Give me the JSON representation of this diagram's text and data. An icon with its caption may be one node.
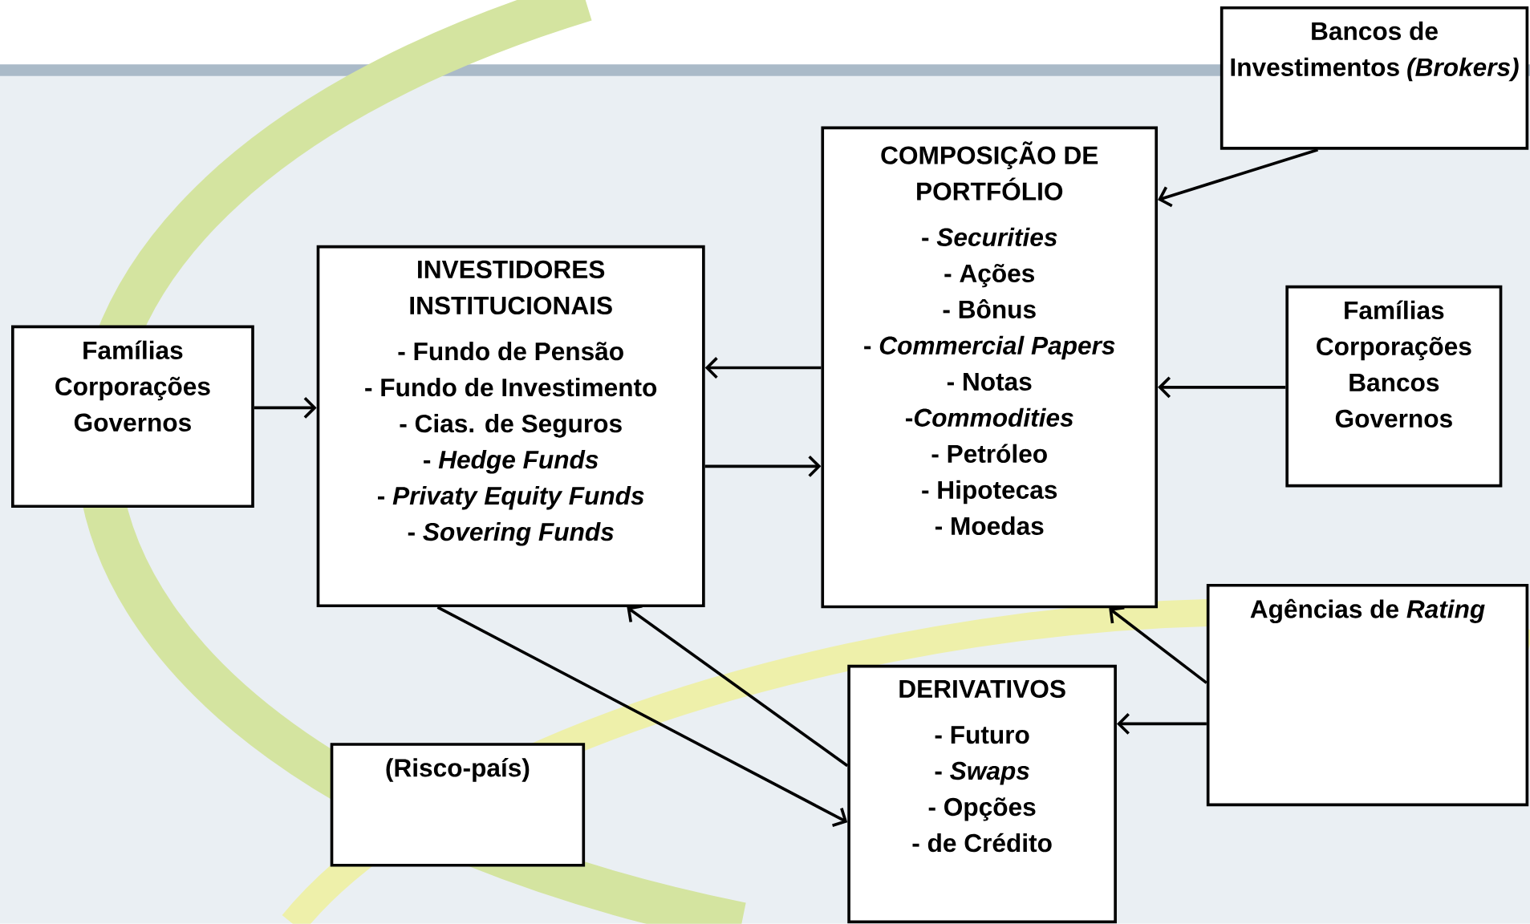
{
  "diagram": {
    "nodes": [
      {
        "text": [
          "Bancos de Investimentos *(Brokers)*"
        ]
      },
      {
        "text": [
          "COMPOSIÇÃO DE PORTFÓLIO",
          "- *Securities*",
          "- Ações",
          "- Bônus",
          "- *Commercial Papers*",
          "- Notas",
          "-*Commodities*",
          "- Petróleo",
          "- Hipotecas",
          "- Moedas"
        ]
      },
      {
        "text": [
          "Famílias Corporações Governos"
        ]
      },
      {
        "text": [
          "INVESTIDORES INSTITUCIONAIS",
          "- Fundo de Pensão",
          "- Fundo de Investimento",
          "- Cias. de Seguros",
          "- *Hedge Funds*",
          "- *Privaty Equity Funds*",
          "- *Sovering Funds*"
        ]
      },
      {
        "text": [
          "Famílias Corporações Bancos Governos"
        ]
      },
      {
        "text": [
          "Agências de *Rating*"
        ]
      },
      {
        "text": [
          "DERIVATIVOS",
          "- Futuro",
          "- *Swaps*",
          "- Opções",
          "- de Crédito"
        ]
      },
      {
        "text": [
          "(Risco-país)"
        ]
      }
    ],
    "edges": [
      {
        "from": 2,
        "to": 3,
        "arrow": "to"
      },
      {
        "from": 1,
        "to": 3,
        "arrow": "to"
      },
      {
        "from": 3,
        "to": 1,
        "arrow": "to"
      },
      {
        "from": 0,
        "to": 1,
        "arrow": "to"
      },
      {
        "from": 4,
        "to": 1,
        "arrow": "to"
      },
      {
        "from": 5,
        "to": 1,
        "arrow": "to"
      },
      {
        "from": 5,
        "to": 6,
        "arrow": "to"
      },
      {
        "from": 3,
        "to": 6,
        "arrow": "to"
      },
      {
        "from": 6,
        "to": 3,
        "arrow": "to"
      }
    ]
  }
}
